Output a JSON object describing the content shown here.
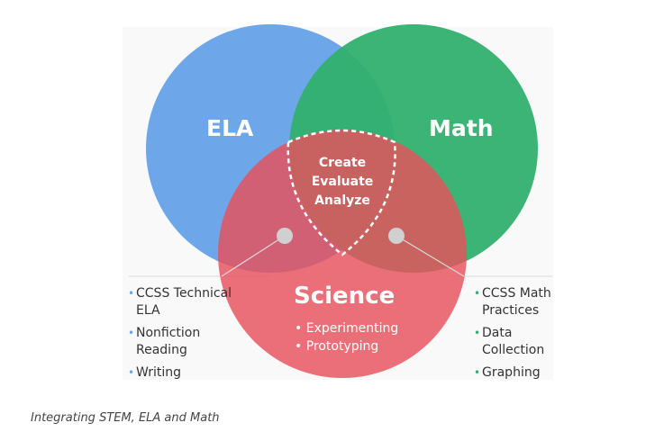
{
  "diagram": {
    "circles": {
      "ela": "ELA",
      "math": "Math",
      "science": "Science"
    },
    "colors": {
      "ela": "#6ea6ea",
      "math": "#30b06e",
      "science": "#e8505b",
      "panel_background": "#f9f9f9"
    },
    "center": {
      "line1": "Create",
      "line2": "Evaluate",
      "line3": "Analyze"
    },
    "science_items": [
      "Experimenting",
      "Prototyping"
    ],
    "ela_items": [
      "CCSS Technical ELA",
      "Nonfiction Reading",
      "Writing"
    ],
    "math_items": [
      "CCSS Math Practices",
      "Data Collection",
      "Graphing"
    ]
  },
  "caption": "Integrating STEM, ELA and Math"
}
